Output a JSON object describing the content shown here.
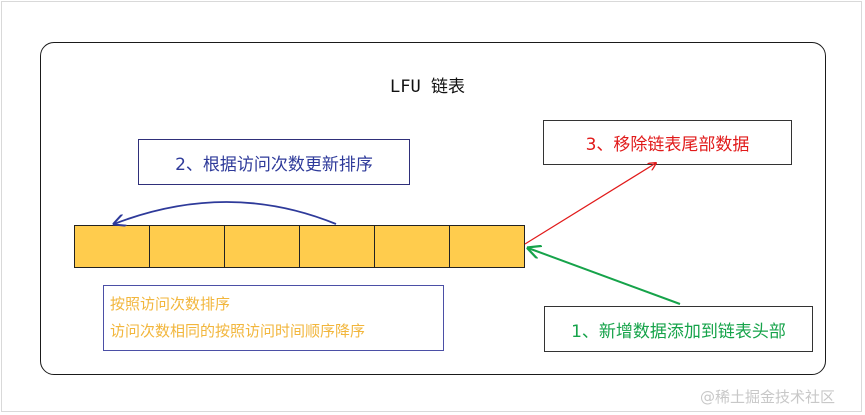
{
  "diagram": {
    "title": "LFU 链表",
    "sort_label": "2、根据访问次数更新排序",
    "remove_label": "3、移除链表尾部数据",
    "add_label": "1、新增数据添加到链表头部",
    "rule_lines": [
      "按照访问次数排序",
      "访问次数相同的按照访问时间顺序降序"
    ],
    "cell_count": 6,
    "cell_color": "#ffcc4d",
    "colors": {
      "sort": "#2e3a9a",
      "remove": "#e11a1a",
      "add": "#16a34a",
      "rule": "#f2b63c"
    }
  },
  "watermark": "@稀土掘金技术社区"
}
